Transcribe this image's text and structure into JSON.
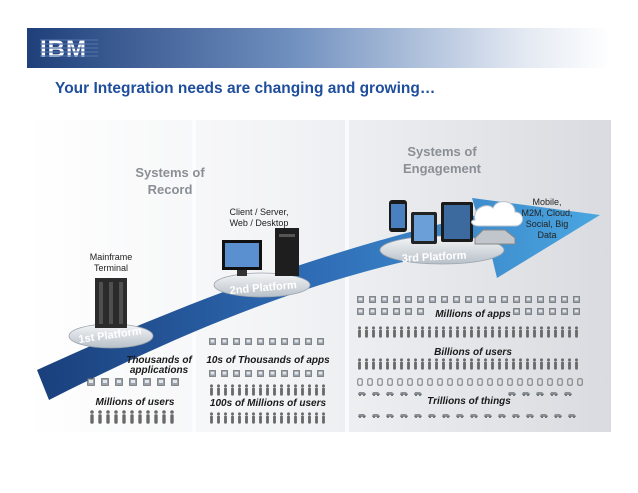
{
  "header": {
    "logo_text": "IBM"
  },
  "title": "Your Integration needs are changing and growing…",
  "diagram": {
    "systems_of_record": [
      "Systems of",
      "Record"
    ],
    "systems_of_engagement": [
      "Systems of",
      "Engagement"
    ],
    "platforms": {
      "first": {
        "label": "1st Platform",
        "device": [
          "Mainframe",
          "Terminal"
        ]
      },
      "second": {
        "label": "2nd Platform",
        "device": [
          "Client / Server,",
          "Web / Desktop"
        ]
      },
      "third": {
        "label": "3rd Platform",
        "device": [
          "Mobile,",
          "M2M, Cloud,",
          "Social, Big",
          "Data"
        ]
      }
    },
    "stats": {
      "first_apps": [
        "Thousands of",
        "applications"
      ],
      "first_users": "Millions of users",
      "second_apps": "10s of Thousands of apps",
      "second_users": "100s of Millions of users",
      "third_apps": "Millions of apps",
      "third_users": "Billions of users",
      "third_things": "Trillions of things"
    },
    "colors": {
      "arrow_dark": "#1a3f7c",
      "arrow_light": "#4aa6e0",
      "title": "#1f4e9c"
    }
  }
}
